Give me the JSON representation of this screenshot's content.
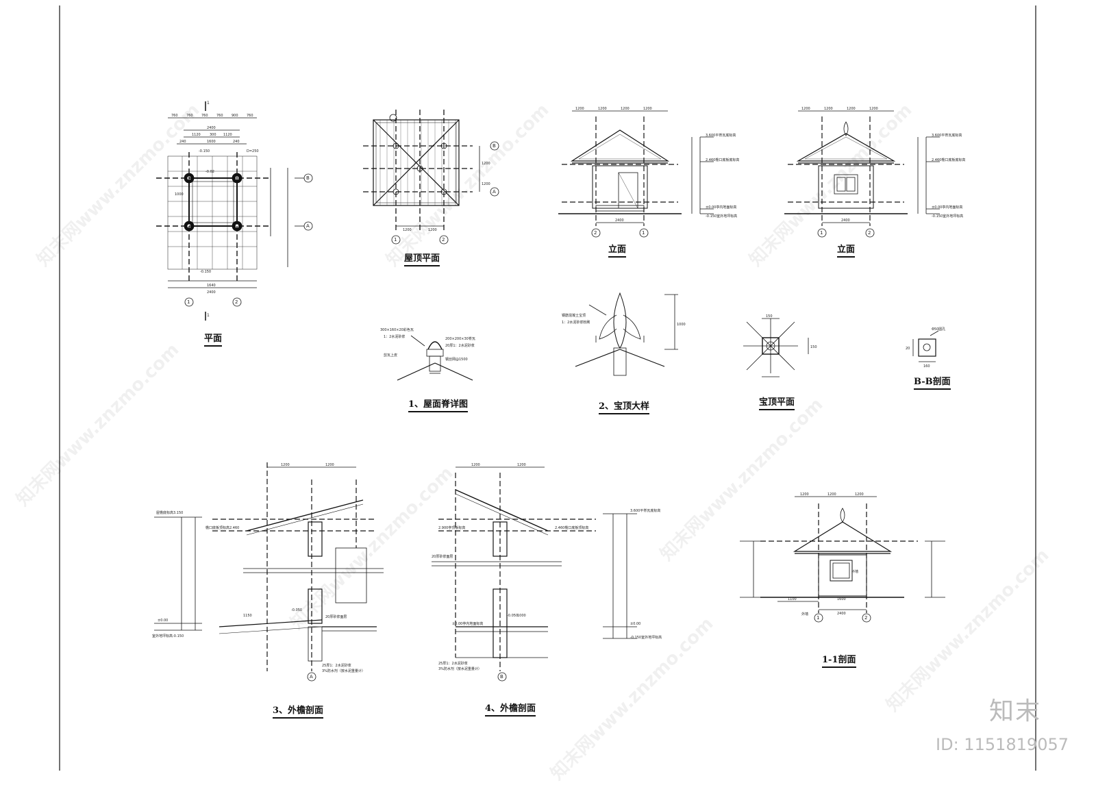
{
  "titles": {
    "plan": "平面",
    "roof_plan": "屋顶平面",
    "elev_front": "立面",
    "elev_side": "立面",
    "ridge_detail": "1、屋面脊详图",
    "finial_detail": "2、宝顶大样",
    "finial_plan": "宝顶平面",
    "section_bb": "B-B剖面",
    "eave_section_3": "3、外檐剖面",
    "eave_section_4": "4、外檐剖面",
    "section_11": "1-1剖面"
  },
  "plan": {
    "dims_top_outer": [
      "760",
      "760",
      "760",
      "760",
      "900",
      "760"
    ],
    "dim_top_total": "2400",
    "dims_top_inner": [
      "1120",
      "300",
      "1120"
    ],
    "dims_top_row3": [
      "240",
      "1600",
      "240"
    ],
    "level_top": "-0.150",
    "level_inner": "-0.02",
    "level_bottom": "-0.150",
    "dims_bottom": [
      "1640"
    ],
    "dim_bottom_total": "2400",
    "dim_left": "1000",
    "column_note": "D=250",
    "grid_a": "A",
    "grid_b": "B",
    "grid_1": "1",
    "grid_2": "2",
    "cut_mark": "1"
  },
  "roof_plan": {
    "dims_bottom": [
      "1200",
      "1200"
    ],
    "dims_right": [
      "1200",
      "1200"
    ],
    "grid_a": "A",
    "grid_b": "B",
    "grid_1": "1",
    "grid_2": "2"
  },
  "elevations": {
    "dims_top": [
      "1200",
      "1200",
      "1200",
      "1200"
    ],
    "dim_bottom": "2400",
    "level_1": "3.600平脊瓦底标高",
    "level_2": "2.460檐口底板底标高",
    "level_3": "±0.00亭内地面标高",
    "level_4": "-0.150室外地坪标高",
    "grid_1": "1",
    "grid_2": "2"
  },
  "ridge_detail": {
    "note_1": "300×160×20彩色瓦",
    "note_2": "1：2水泥砂浆",
    "note_3": "200×200×30脊瓦",
    "note_4": "20厚1：2水泥砂浆",
    "note_5": "剪瓦上皮",
    "note_6": "钢丝网@1500"
  },
  "finial_detail": {
    "note_1": "钢筋混凝土宝顶",
    "note_2": "1：2水泥砂浆粉刷",
    "dim_height": "1000"
  },
  "finial_plan": {
    "dim_1": "150",
    "dim_2": "150"
  },
  "section_bb": {
    "note": "Φ50圆孔",
    "dim_1": "160",
    "dim_2": "20"
  },
  "section3": {
    "dims_top": [
      "1200",
      "1200"
    ],
    "level_1": "屋檐底标高3.150",
    "level_2": "檐口底板顶标高2.460",
    "level_3": "±0.00",
    "level_4": "室外地坪标高-0.150",
    "dim_1": "1150",
    "level_5": "-0.050",
    "note_1": "20厚砂浆面层",
    "note_2": "25厚1：2水泥砂浆",
    "note_3": "3%防水剂（按水泥重量计）",
    "grid": "A"
  },
  "section4": {
    "dims_top": [
      "1200",
      "1200"
    ],
    "level_1": "2.900亭顶板标高",
    "level_2": "2.460檐口底板顶标高",
    "level_3": "±0.00亭内地面标高",
    "level_4": "-0.150室外地坪标高",
    "level_5": "3.600平脊瓦底标高",
    "level_6": "±0.00",
    "level_7": "-0.050",
    "note_1": "20厚砂浆面层",
    "note_2": "25厚1：2水泥砂浆",
    "note_3": "3%防水剂（按水泥重量计）",
    "dim_1": "1000",
    "grid": "B"
  },
  "section11": {
    "dims_top": [
      "1200",
      "1200",
      "1200"
    ],
    "dim_left": "1100",
    "dim_mid": "1600",
    "dim_bottom": "2400",
    "note_1": "外墙",
    "note_2": "外墙",
    "grid_1": "1",
    "grid_2": "2"
  },
  "watermarks": [
    "知末网www.znzmo.com"
  ],
  "brand": "知末",
  "image_id": "ID: 1151819057"
}
